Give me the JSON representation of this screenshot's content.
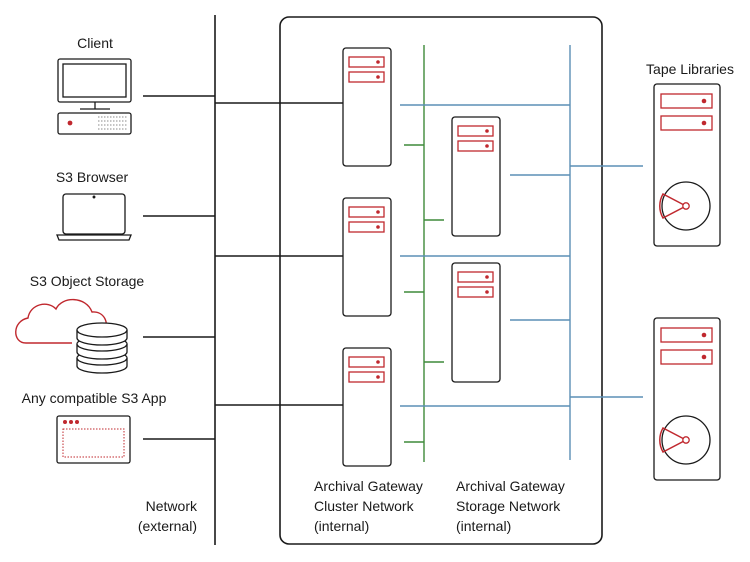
{
  "labels": {
    "client": "Client",
    "s3_browser": "S3 Browser",
    "s3_object_storage": "S3 Object Storage",
    "any_s3_app": "Any compatible S3 App",
    "tape_libraries": "Tape Libraries",
    "network_line1": "Network",
    "network_line2": "(external)",
    "cluster_line1": "Archival Gateway",
    "cluster_line2": "Cluster Network",
    "cluster_line3": "(internal)",
    "storage_line1": "Archival Gateway",
    "storage_line2": "Storage Network",
    "storage_line3": "(internal)"
  },
  "icons": {
    "client": "desktop-computer-icon",
    "browser": "laptop-icon",
    "object_storage": "cloud-database-icon",
    "app": "app-window-icon",
    "server": "server-tower-icon",
    "tape": "tape-library-icon"
  },
  "colors": {
    "accent_red": "#c0282e",
    "line_dark": "#1a1a1a",
    "cluster_net": "#3f8a3a",
    "storage_net": "#5b8fb5"
  }
}
